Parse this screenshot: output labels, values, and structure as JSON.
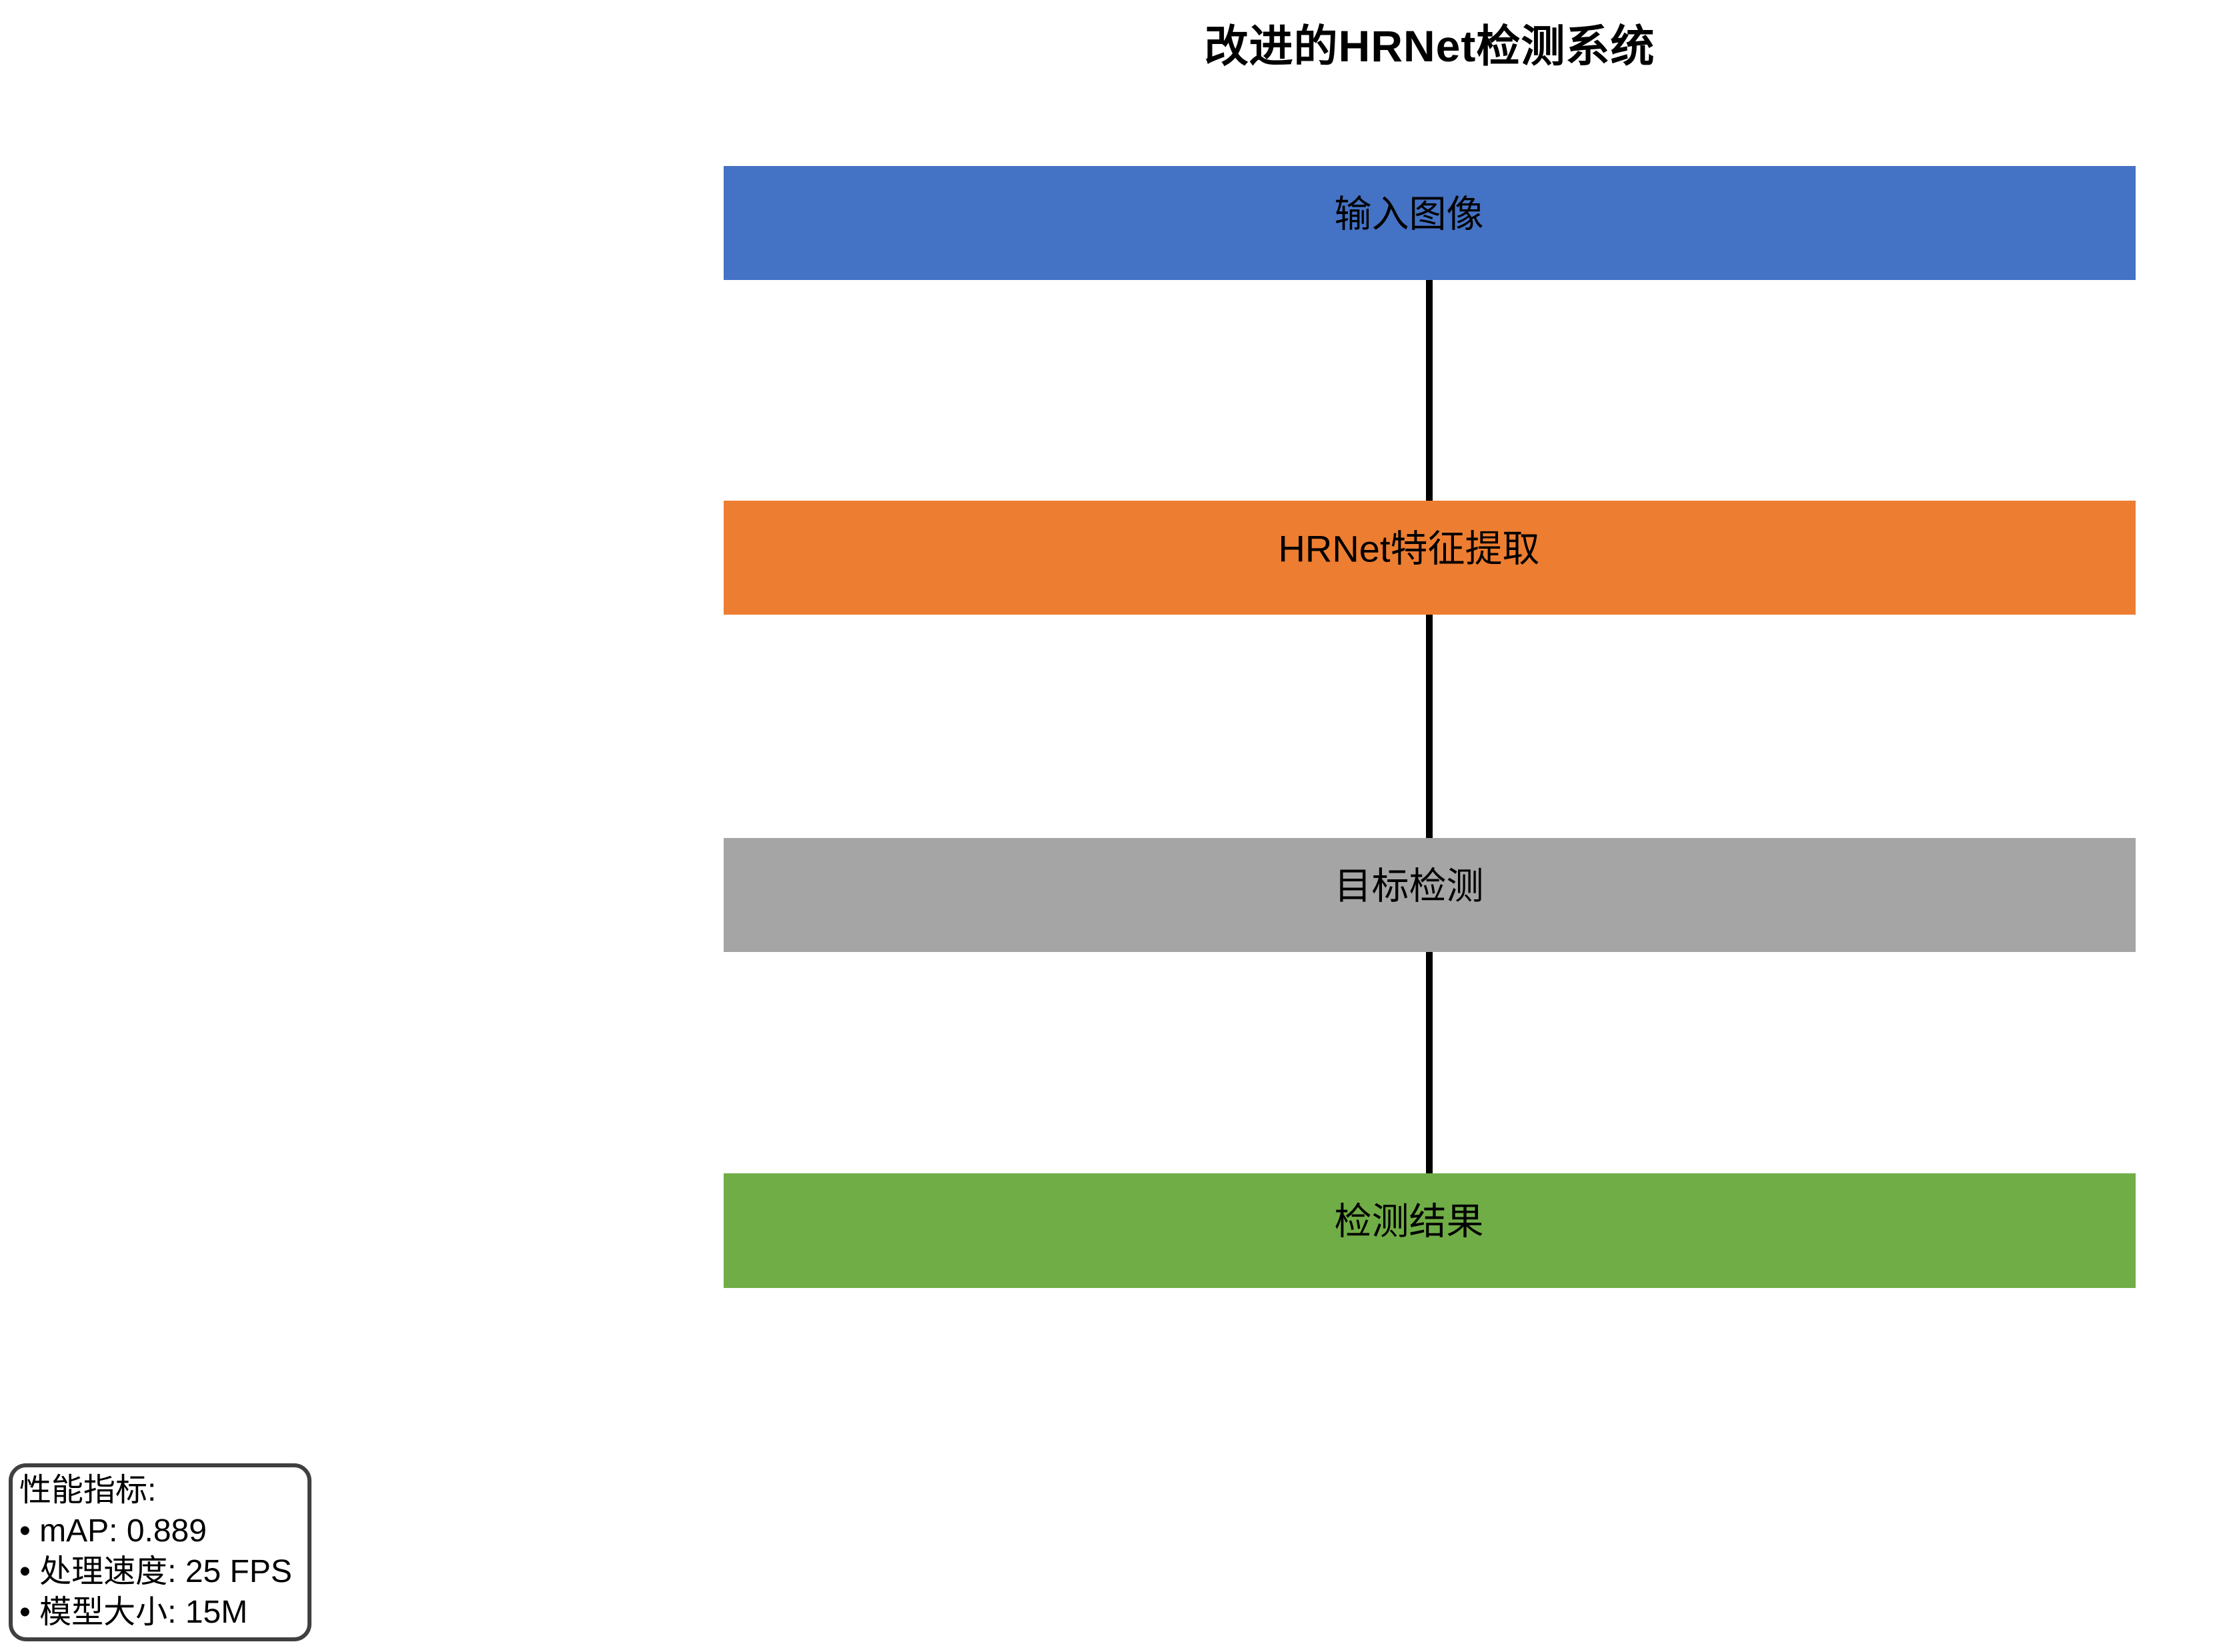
{
  "title": "改进的HRNet检测系统",
  "flowchart": {
    "connector_color": "#000000",
    "nodes": [
      {
        "label": "输入图像",
        "color": "#4472C4"
      },
      {
        "label": "HRNet特征提取",
        "color": "#ED7D31"
      },
      {
        "label": "目标检测",
        "color": "#A5A5A5"
      },
      {
        "label": "检测结果",
        "color": "#70AD47"
      }
    ]
  },
  "metrics_panel": {
    "heading": "性能指标:",
    "items": [
      "• mAP: 0.889",
      "• 处理速度: 25 FPS",
      "• 模型大小: 15M"
    ]
  }
}
